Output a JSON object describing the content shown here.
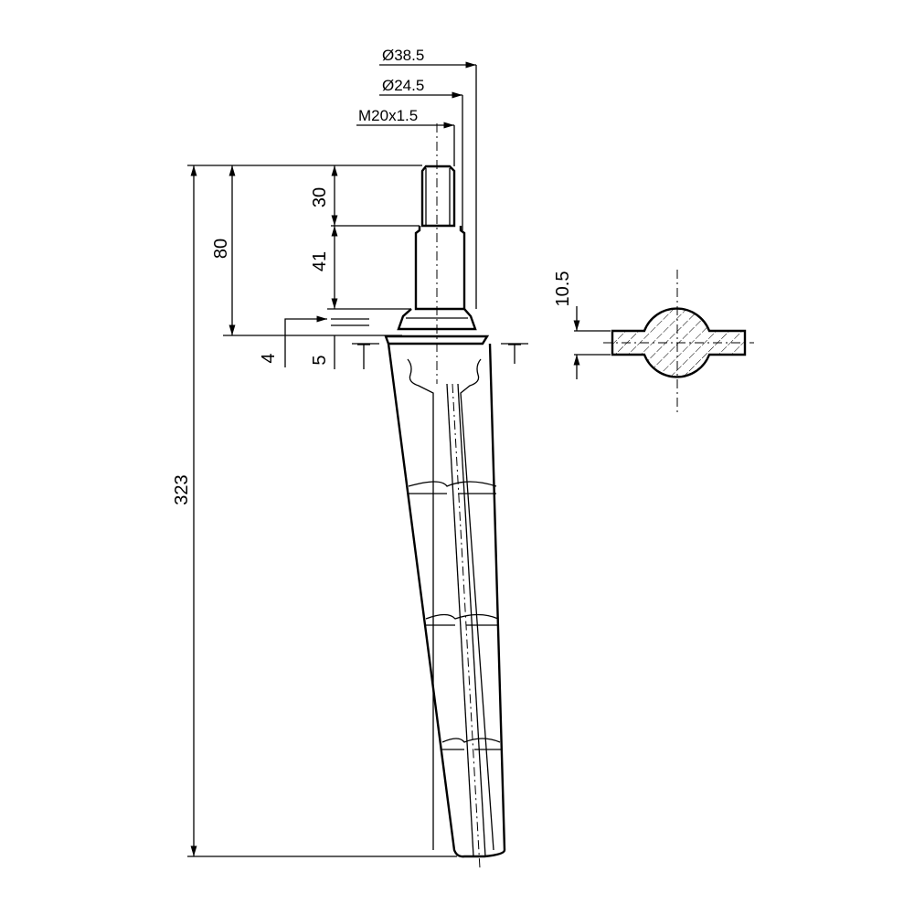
{
  "drawing": {
    "dimensions": {
      "dia_outer": "Ø38.5",
      "dia_inner": "Ø24.5",
      "thread": "M20x1.5",
      "len_thread": "30",
      "len_shank": "41",
      "len_upper": "80",
      "len_total": "323",
      "collar": "4",
      "flange": "5",
      "section_thickness": "10.5"
    }
  }
}
